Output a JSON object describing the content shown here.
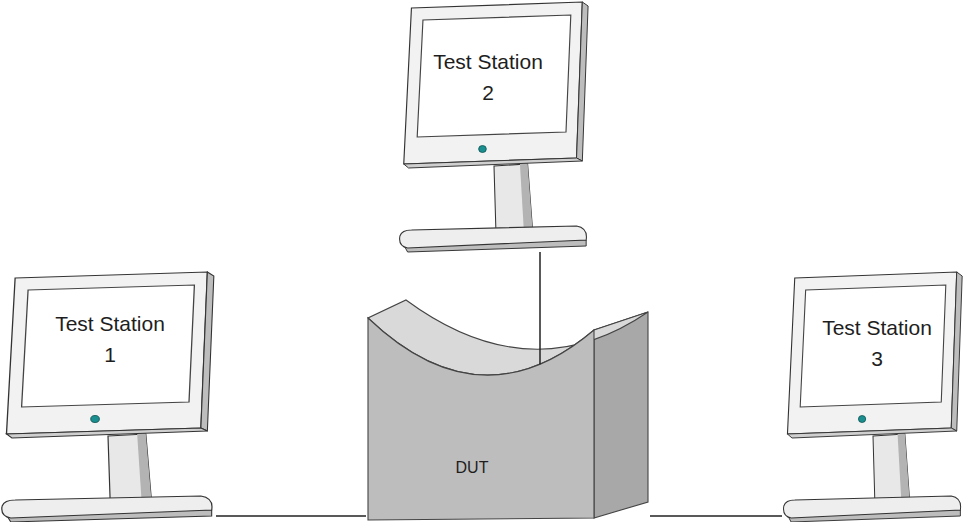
{
  "diagram": {
    "nodes": [
      {
        "text": [
          "Test Station 1"
        ]
      },
      {
        "text": [
          "Test Station 2"
        ]
      },
      {
        "text": [
          "DUT"
        ]
      },
      {
        "text": [
          "Test Station 3"
        ]
      }
    ],
    "edges": [
      {
        "from": 1,
        "to": 2,
        "arrow": "none"
      },
      {
        "from": 0,
        "to": 2,
        "arrow": "none"
      },
      {
        "from": 2,
        "to": 3,
        "arrow": "none"
      }
    ]
  }
}
